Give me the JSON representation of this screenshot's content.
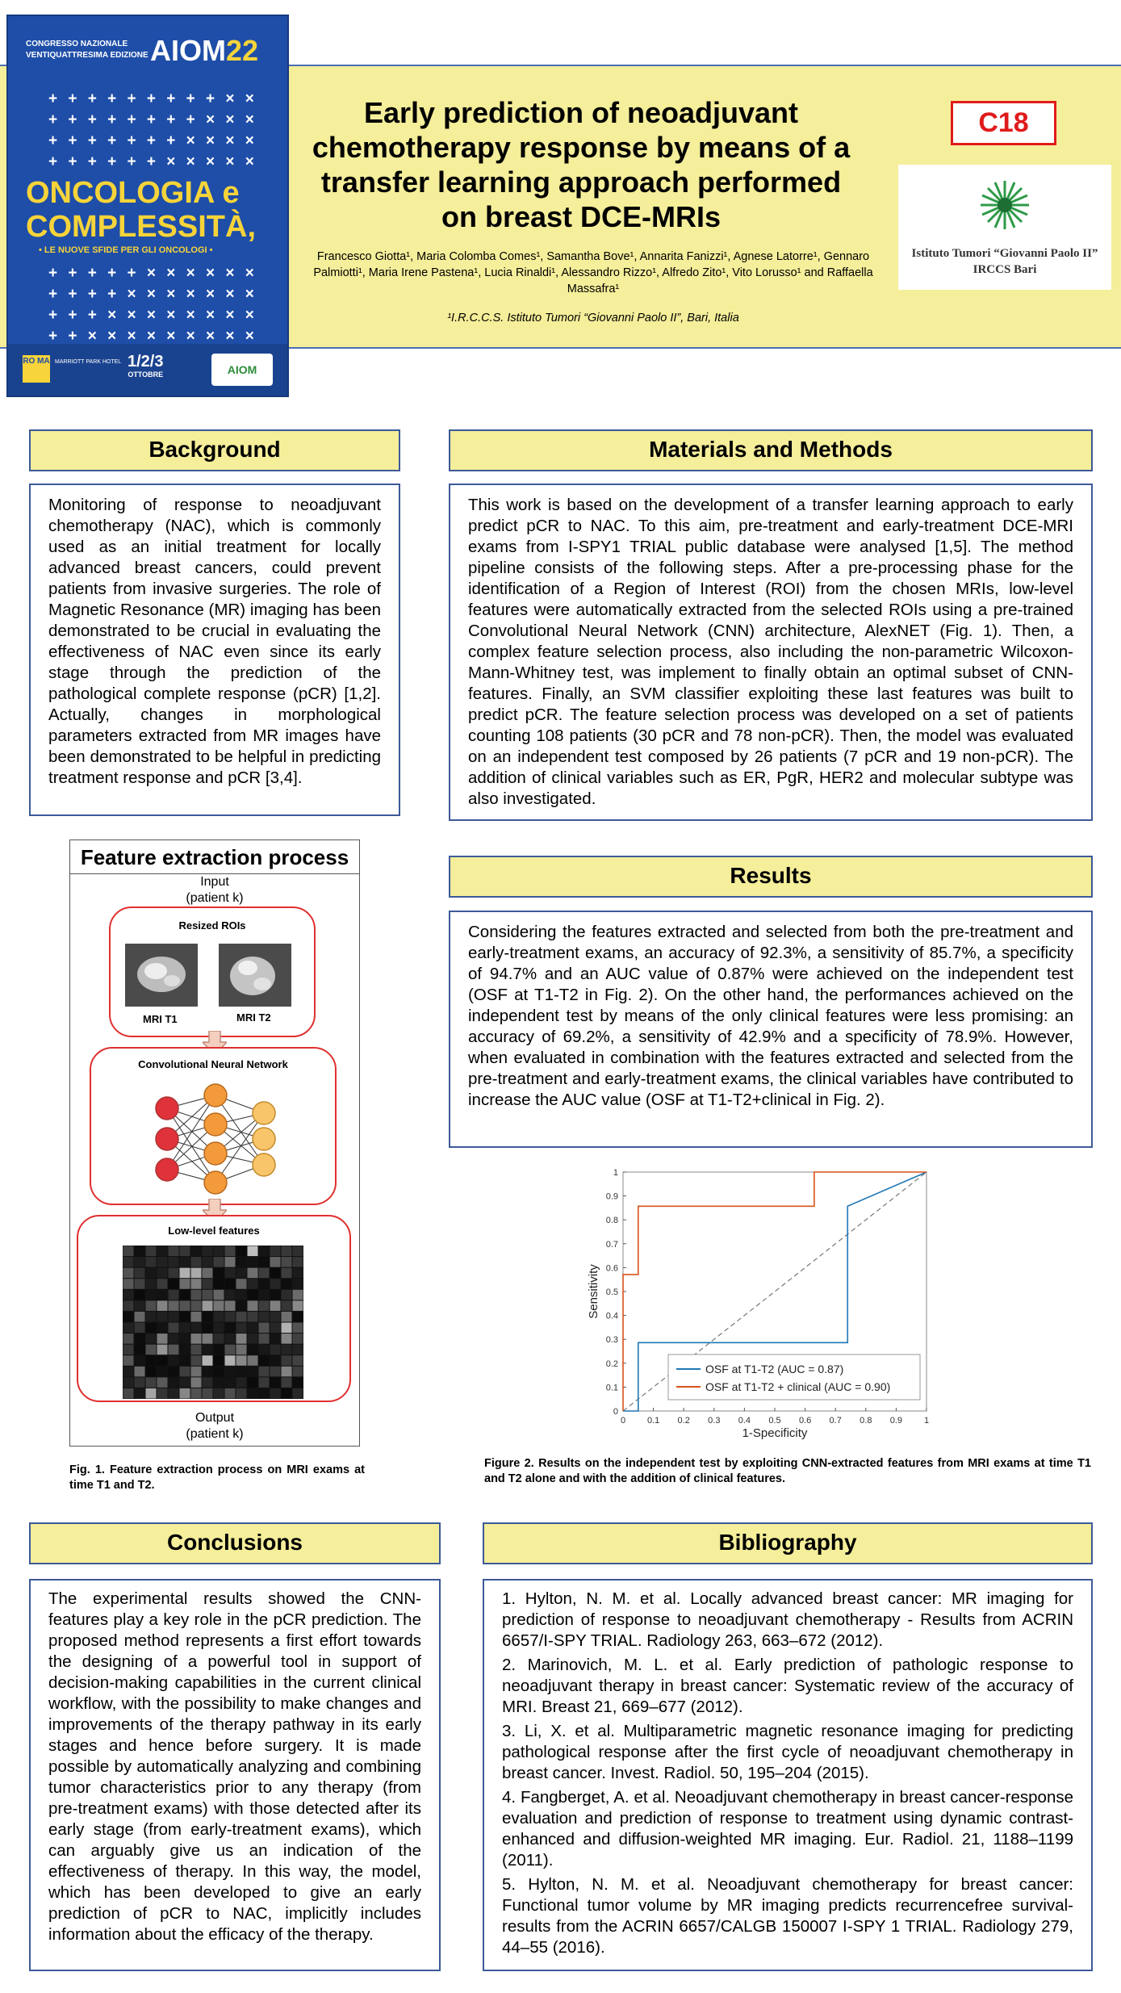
{
  "header": {
    "aiom_top": "CONGRESSO NAZIONALE\nVENTIQUATTRESIMA EDIZIONE",
    "aiom_brand": "AIOM",
    "aiom_brand_num": "22",
    "aiom_big_1": "ONCOLOGIA e",
    "aiom_big_2": "COMPLESSITÀ,",
    "aiom_sub": "• LE NUOVE SFIDE PER GLI ONCOLOGI •",
    "aiom_roma": "RO MA",
    "aiom_hotel": "MARRIOTT PARK HOTEL",
    "aiom_dates": "1/2/3",
    "aiom_month": "OTTOBRE",
    "title": "Early prediction of neoadjuvant chemotherapy response by means of a transfer learning approach performed on breast DCE-MRIs",
    "authors": "Francesco Giotta¹, Maria Colomba Comes¹, Samantha Bove¹, Annarita Fanizzi¹, Agnese Latorre¹, Gennaro Palmiotti¹, Maria Irene Pastena¹, Lucia Rinaldi¹, Alessandro Rizzo¹, Alfredo Zito¹, Vito Lorusso¹ and Raffaella Massafra¹",
    "affiliation": "¹I.R.C.C.S. Istituto Tumori “Giovanni Paolo II”, Bari, Italia",
    "code": "C18",
    "institute": "Istituto Tumori “Giovanni Paolo II”\nIRCCS Bari"
  },
  "background": {
    "heading": "Background",
    "text": "Monitoring of response to neoadjuvant chemotherapy (NAC), which is commonly used as an initial treatment for locally advanced breast cancers, could prevent patients from invasive surgeries. The role of Magnetic Resonance (MR) imaging has been demonstrated to be crucial in evaluating the effectiveness of NAC even since its early stage through the prediction of the pathological complete response (pCR) [1,2]. Actually, changes in morphological parameters extracted from MR images have been demonstrated to be helpful in predicting treatment response and pCR [3,4]."
  },
  "methods": {
    "heading": "Materials and Methods",
    "text": "This work is based on the development of a transfer learning approach to early predict pCR to NAC. To this aim, pre-treatment and early-treatment DCE-MRI exams from I-SPY1 TRIAL public database were analysed [1,5]. The method pipeline consists of the following steps. After a pre-processing phase for the identification of a Region of Interest (ROI) from the chosen MRIs, low-level features were automatically extracted from the selected ROIs using a pre-trained Convolutional Neural Network (CNN) architecture, AlexNET (Fig. 1). Then, a complex feature selection process, also including the non-parametric Wilcoxon-Mann-Whitney test, was implement to finally obtain an optimal subset of CNN-features. Finally, an SVM classifier exploiting these last features was built to predict pCR. The feature selection process was developed on a set of patients counting 108 patients (30 pCR and 78 non-pCR). Then, the model was evaluated on an independent test composed by 26 patients (7 pCR and 19 non-pCR). The addition of clinical variables such as ER, PgR, HER2 and molecular subtype was also investigated."
  },
  "results": {
    "heading": "Results",
    "text": "Considering the features extracted and selected from both the pre-treatment and early-treatment exams, an accuracy of 92.3%, a sensitivity of 85.7%, a specificity of 94.7% and an AUC value of 0.87% were achieved on the independent test (OSF at T1-T2 in Fig. 2). On the other hand, the performances achieved on the independent test by means of the only clinical features were less promising: an accuracy of 69.2%, a sensitivity of 42.9% and a specificity of 78.9%. However, when evaluated in combination with the features extracted and selected from the pre-treatment and early-treatment exams, the clinical variables have contributed to increase the AUC value (OSF at T1-T2+clinical in Fig. 2)."
  },
  "figure1": {
    "title": "Feature extraction process",
    "input_1": "Input",
    "input_2": "(patient k)",
    "resized": "Resized ROIs",
    "mri_t1": "MRI T1",
    "mri_t2": "MRI T2",
    "cnn": "Convolutional Neural Network",
    "low_level": "Low-level features",
    "output_1": "Output",
    "output_2": "(patient k)",
    "caption": "Fig. 1. Feature extraction process on MRI exams at time T1 and T2."
  },
  "figure2": {
    "caption": "Figure 2. Results on the independent test by exploiting CNN-extracted features from MRI exams at time T1 and T2 alone and with the addition of clinical features."
  },
  "chart_data": {
    "type": "line",
    "title": "",
    "xlabel": "1-Specificity",
    "ylabel": "Sensitivity",
    "xlim": [
      0,
      1
    ],
    "ylim": [
      0,
      1
    ],
    "x_ticks": [
      "0",
      "0.1",
      "0.2",
      "0.3",
      "0.4",
      "0.5",
      "0.6",
      "0.7",
      "0.8",
      "0.9",
      "1"
    ],
    "y_ticks": [
      "0",
      "0.1",
      "0.2",
      "0.3",
      "0.4",
      "0.5",
      "0.6",
      "0.7",
      "0.8",
      "0.9",
      "1"
    ],
    "legend_position": "bottom-right",
    "series": [
      {
        "name": "OSF at T1-T2 (AUC = 0.87)",
        "color": "#1f77b4",
        "x": [
          0,
          0.05,
          0.05,
          0.74,
          0.74,
          1
        ],
        "y": [
          0,
          0,
          0.286,
          0.286,
          0.857,
          1
        ]
      },
      {
        "name": "OSF at T1-T2 + clinical (AUC = 0.90)",
        "color": "#d95319",
        "x": [
          0,
          0,
          0.05,
          0.05,
          0.63,
          0.63,
          1
        ],
        "y": [
          0,
          0.571,
          0.571,
          0.857,
          0.857,
          1,
          1
        ]
      }
    ],
    "reference_line": {
      "x": [
        0,
        1
      ],
      "y": [
        0,
        1
      ],
      "style": "dashed",
      "color": "#777777"
    }
  },
  "conclusions": {
    "heading": "Conclusions",
    "text": "The experimental results showed the CNN-features play a key role in the pCR prediction. The proposed method represents a first effort towards the designing of a powerful tool in support of decision-making capabilities in the current clinical workflow, with the possibility to make changes and improvements of the therapy pathway in its early stages and hence before surgery. It is made possible by automatically analyzing and combining tumor characteristics prior to any therapy (from pre-treatment exams) with those detected after its early stage (from early-treatment exams), which can arguably give us an indication of the effectiveness of therapy. In this way, the model, which has been developed to give an early prediction of pCR to NAC, implicitly includes information about the efficacy of the therapy."
  },
  "bibliography": {
    "heading": "Bibliography",
    "refs": [
      "1. Hylton, N. M. et al. Locally advanced breast cancer: MR imaging for prediction of response to neoadjuvant chemotherapy - Results from ACRIN 6657/I-SPY TRIAL. Radiology 263, 663–672 (2012).",
      "2. Marinovich, M. L. et al. Early prediction of pathologic response to neoadjuvant therapy in breast cancer: Systematic review of the accuracy of MRI. Breast 21, 669–677 (2012).",
      "3. Li, X. et al. Multiparametric magnetic resonance imaging for predicting pathological response after the first cycle of neoadjuvant chemotherapy in breast cancer. Invest. Radiol. 50, 195–204 (2015).",
      "4. Fangberget, A. et al. Neoadjuvant chemotherapy in breast cancer-response evaluation and prediction of response to treatment using dynamic contrast-enhanced and diffusion-weighted MR imaging. Eur. Radiol. 21, 1188–1199 (2011).",
      "5. Hylton, N. M. et al. Neoadjuvant chemotherapy for breast cancer: Functional tumor volume by MR imaging predicts recurrencefree survival-results from the ACRIN 6657/CALGB 150007 I-SPY 1 TRIAL. Radiology 279, 44–55 (2016)."
    ]
  }
}
